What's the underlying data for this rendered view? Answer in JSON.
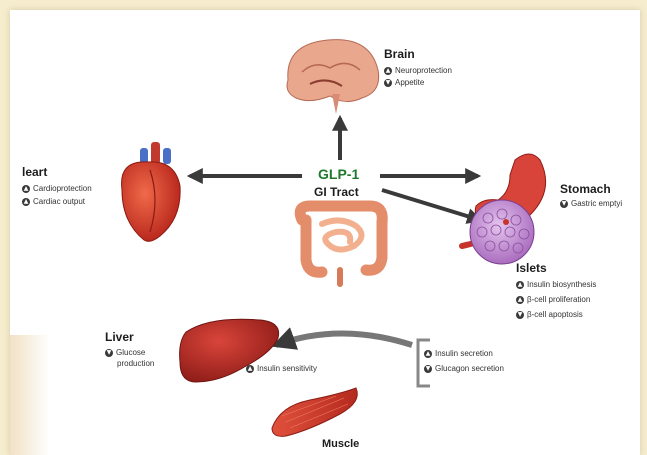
{
  "center": {
    "hormone": "GLP-1",
    "source": "GI Tract"
  },
  "brain": {
    "title": "Brain",
    "effects": [
      "Neuroprotection",
      "Appetite"
    ]
  },
  "heart": {
    "title": "leart",
    "effects": [
      "Cardioprotection",
      "Cardiac output"
    ]
  },
  "stomach": {
    "title": "Stomach",
    "effects": [
      "Gastric emptyi"
    ]
  },
  "islets": {
    "title": "Islets",
    "effects": [
      "Insulin biosynthesis",
      "β-cell proliferation",
      "β-cell apoptosis"
    ]
  },
  "liver": {
    "title": "Liver",
    "effects": [
      "Glucose",
      "production"
    ]
  },
  "muscle": {
    "title": "Muscle",
    "effects": [
      "Insulin sensitivity"
    ]
  },
  "pancreas_output": {
    "effects": [
      "Insulin secretion",
      "Glucagon secretion"
    ]
  },
  "colors": {
    "hormone": "#1f7a2e",
    "arrow": "#3a3a3a",
    "organ_red": "#c8322a",
    "islet_purple": "#b27cc4",
    "background": "#f6edcf"
  }
}
